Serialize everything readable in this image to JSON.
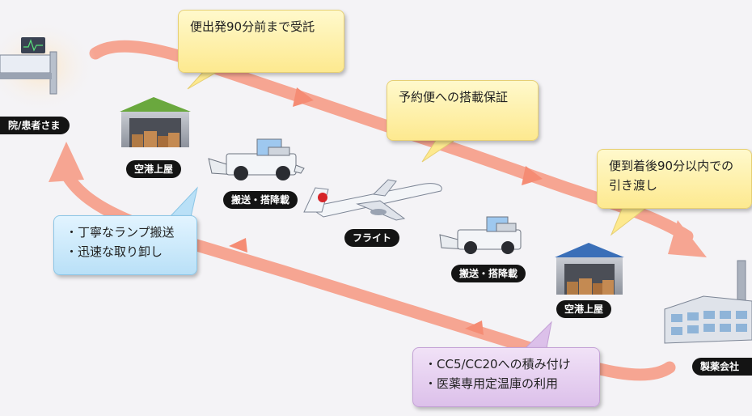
{
  "callouts": {
    "c1": "便出発90分前まで受託",
    "c2": "予約便への搭載保証",
    "c3_line1": "便到着後90分以内での",
    "c3_line2": "引き渡し",
    "blue_line1": "・丁寧なランプ搬送",
    "blue_line2": "・迅速な取り卸し",
    "purple_line1": "・CC5/CC20への積み付け",
    "purple_line2": "・医薬専用定温庫の利用"
  },
  "labels": {
    "hospital": "院/患者さま",
    "warehouse1": "空港上屋",
    "tug1": "搬送・搭降載",
    "flight": "フライト",
    "tug2": "搬送・搭降載",
    "warehouse2": "空港上屋",
    "factory": "製薬会社"
  },
  "colors": {
    "arrow": "#f6a592",
    "warehouse_roof_1": "#6aa83e",
    "warehouse_roof_2": "#3a6fb8",
    "airline_red": "#d62428"
  }
}
